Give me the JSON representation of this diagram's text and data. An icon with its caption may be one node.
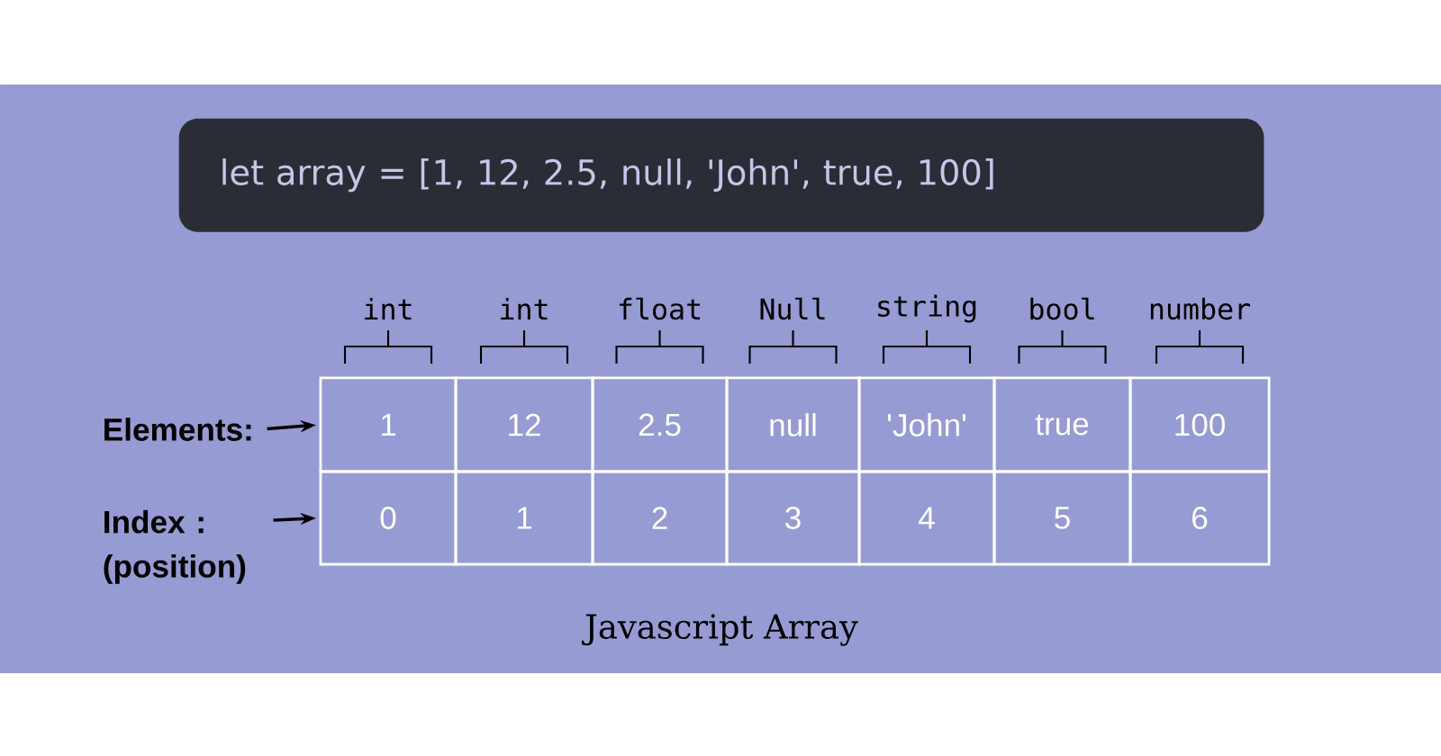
{
  "diagram": {
    "caption": "Javascript Array",
    "nodes": [
      {
        "text": [
          "let array = [1, 12, 2.5, null, 'John', true, 100]"
        ]
      },
      {
        "text": [
          "Elements:"
        ]
      },
      {
        "text": [
          "Index : (position)"
        ]
      },
      {
        "text": [
          "1"
        ]
      },
      {
        "text": [
          "12"
        ]
      },
      {
        "text": [
          "2.5"
        ]
      },
      {
        "text": [
          "null"
        ]
      },
      {
        "text": [
          "'John'"
        ]
      },
      {
        "text": [
          "true"
        ]
      },
      {
        "text": [
          "100"
        ]
      },
      {
        "text": [
          "0"
        ]
      },
      {
        "text": [
          "1"
        ]
      },
      {
        "text": [
          "2"
        ]
      },
      {
        "text": [
          "3"
        ]
      },
      {
        "text": [
          "4"
        ]
      },
      {
        "text": [
          "5"
        ]
      },
      {
        "text": [
          "6"
        ]
      }
    ],
    "edges": [
      {
        "from": 1,
        "to": 3,
        "arrow": "to"
      },
      {
        "from": 2,
        "to": 10,
        "arrow": "to"
      }
    ],
    "labels": [
      "int",
      "int",
      "float",
      "Null",
      "string",
      "bool",
      "number"
    ]
  }
}
